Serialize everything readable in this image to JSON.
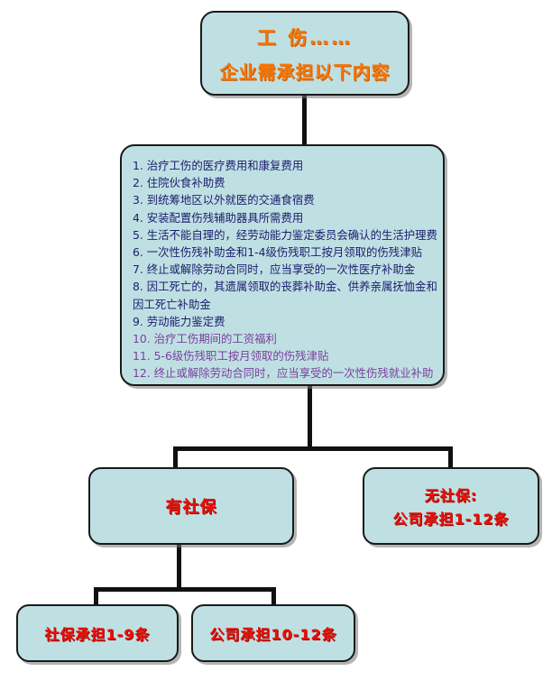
{
  "diagram": {
    "title_node": {
      "line1": "工 伤……",
      "line2": "企业需承担以下内容",
      "text_color": "#f4790c",
      "fill_color": "#bfe0e3"
    },
    "content_node": {
      "fill_color": "#bfe0e3",
      "primary_text_color": "#1c1c6e",
      "secondary_text_color": "#7b3f9d",
      "items": [
        "1. 治疗工伤的医疗费用和康复费用",
        "2. 住院伙食补助费",
        "3. 到统筹地区以外就医的交通食宿费",
        "4. 安装配置伤残辅助器具所需费用",
        "5. 生活不能自理的，经劳动能力鉴定委员会确认的生活护理费",
        "6. 一次性伤残补助金和1-4级伤残职工按月领取的伤残津贴",
        "7. 终止或解除劳动合同时，应当享受的一次性医疗补助金",
        "8. 因工死亡的，其遗属领取的丧葬补助金、供养亲属抚恤金和",
        "因工死亡补助金",
        "9. 劳动能力鉴定费",
        "10. 治疗工伤期间的工资福利",
        "11. 5-6级伤残职工按月领取的伤残津贴",
        "12. 终止或解除劳动合同时，应当享受的一次性伤残就业补助"
      ]
    },
    "branch_nodes": {
      "has_social_insurance": {
        "label": "有社保",
        "text_color": "#e8120c"
      },
      "no_social_insurance": {
        "line1": "无社保:",
        "line2": "公司承担1-12条",
        "text_color": "#e8120c"
      }
    },
    "leaf_nodes": {
      "social_insurance_covers": {
        "label": "社保承担1-9条",
        "text_color": "#e8120c"
      },
      "company_covers": {
        "label": "公司承担10-12条",
        "text_color": "#e8120c"
      }
    }
  }
}
